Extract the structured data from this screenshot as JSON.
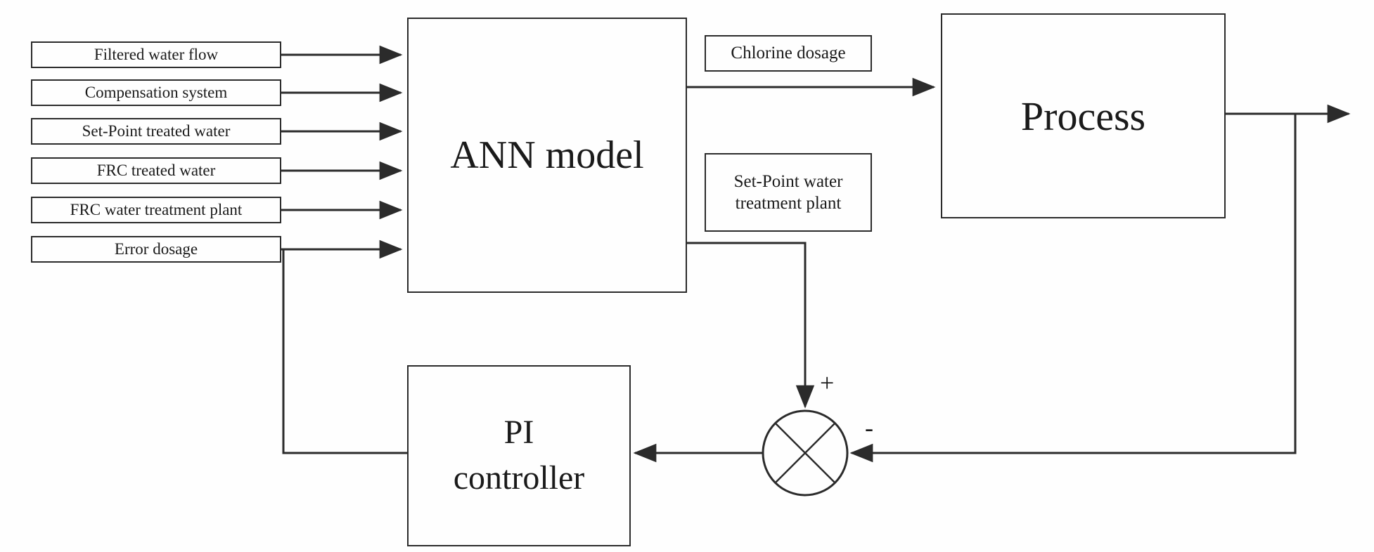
{
  "colors": {
    "background": "#fefefe",
    "line": "#2b2b2b",
    "text": "#1a1a1a"
  },
  "diagram": {
    "inputs": [
      {
        "label": "Filtered water flow"
      },
      {
        "label": "Compensation system"
      },
      {
        "label": "Set-Point treated water"
      },
      {
        "label": "FRC treated water"
      },
      {
        "label": "FRC water treatment plant"
      },
      {
        "label": "Error dosage"
      }
    ],
    "ann_model": {
      "label": "ANN model"
    },
    "chlorine_dosage": {
      "label": "Chlorine dosage"
    },
    "process": {
      "label": "Process"
    },
    "setpoint_water": {
      "line1": "Set-Point water",
      "line2": "treatment plant"
    },
    "pi_controller": {
      "line1": "PI",
      "line2": "controller"
    },
    "summing_junction": {
      "plus": "+",
      "minus": "-"
    }
  }
}
